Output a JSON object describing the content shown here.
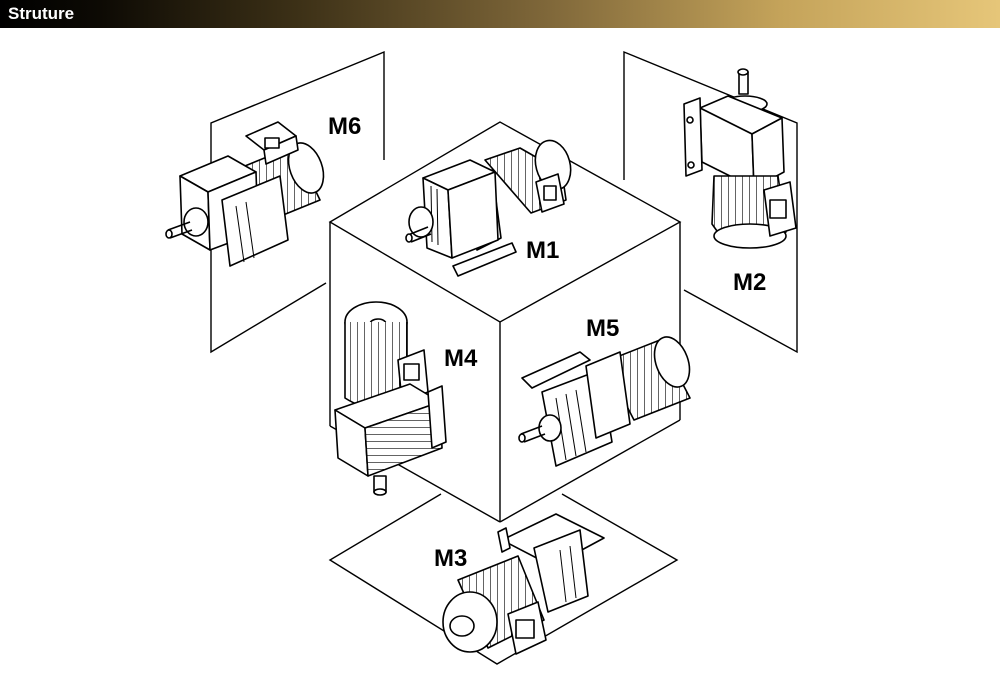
{
  "header": {
    "title": "Struture"
  },
  "diagram": {
    "labels": {
      "m1": "M1",
      "m2": "M2",
      "m3": "M3",
      "m4": "M4",
      "m5": "M5",
      "m6": "M6"
    }
  }
}
